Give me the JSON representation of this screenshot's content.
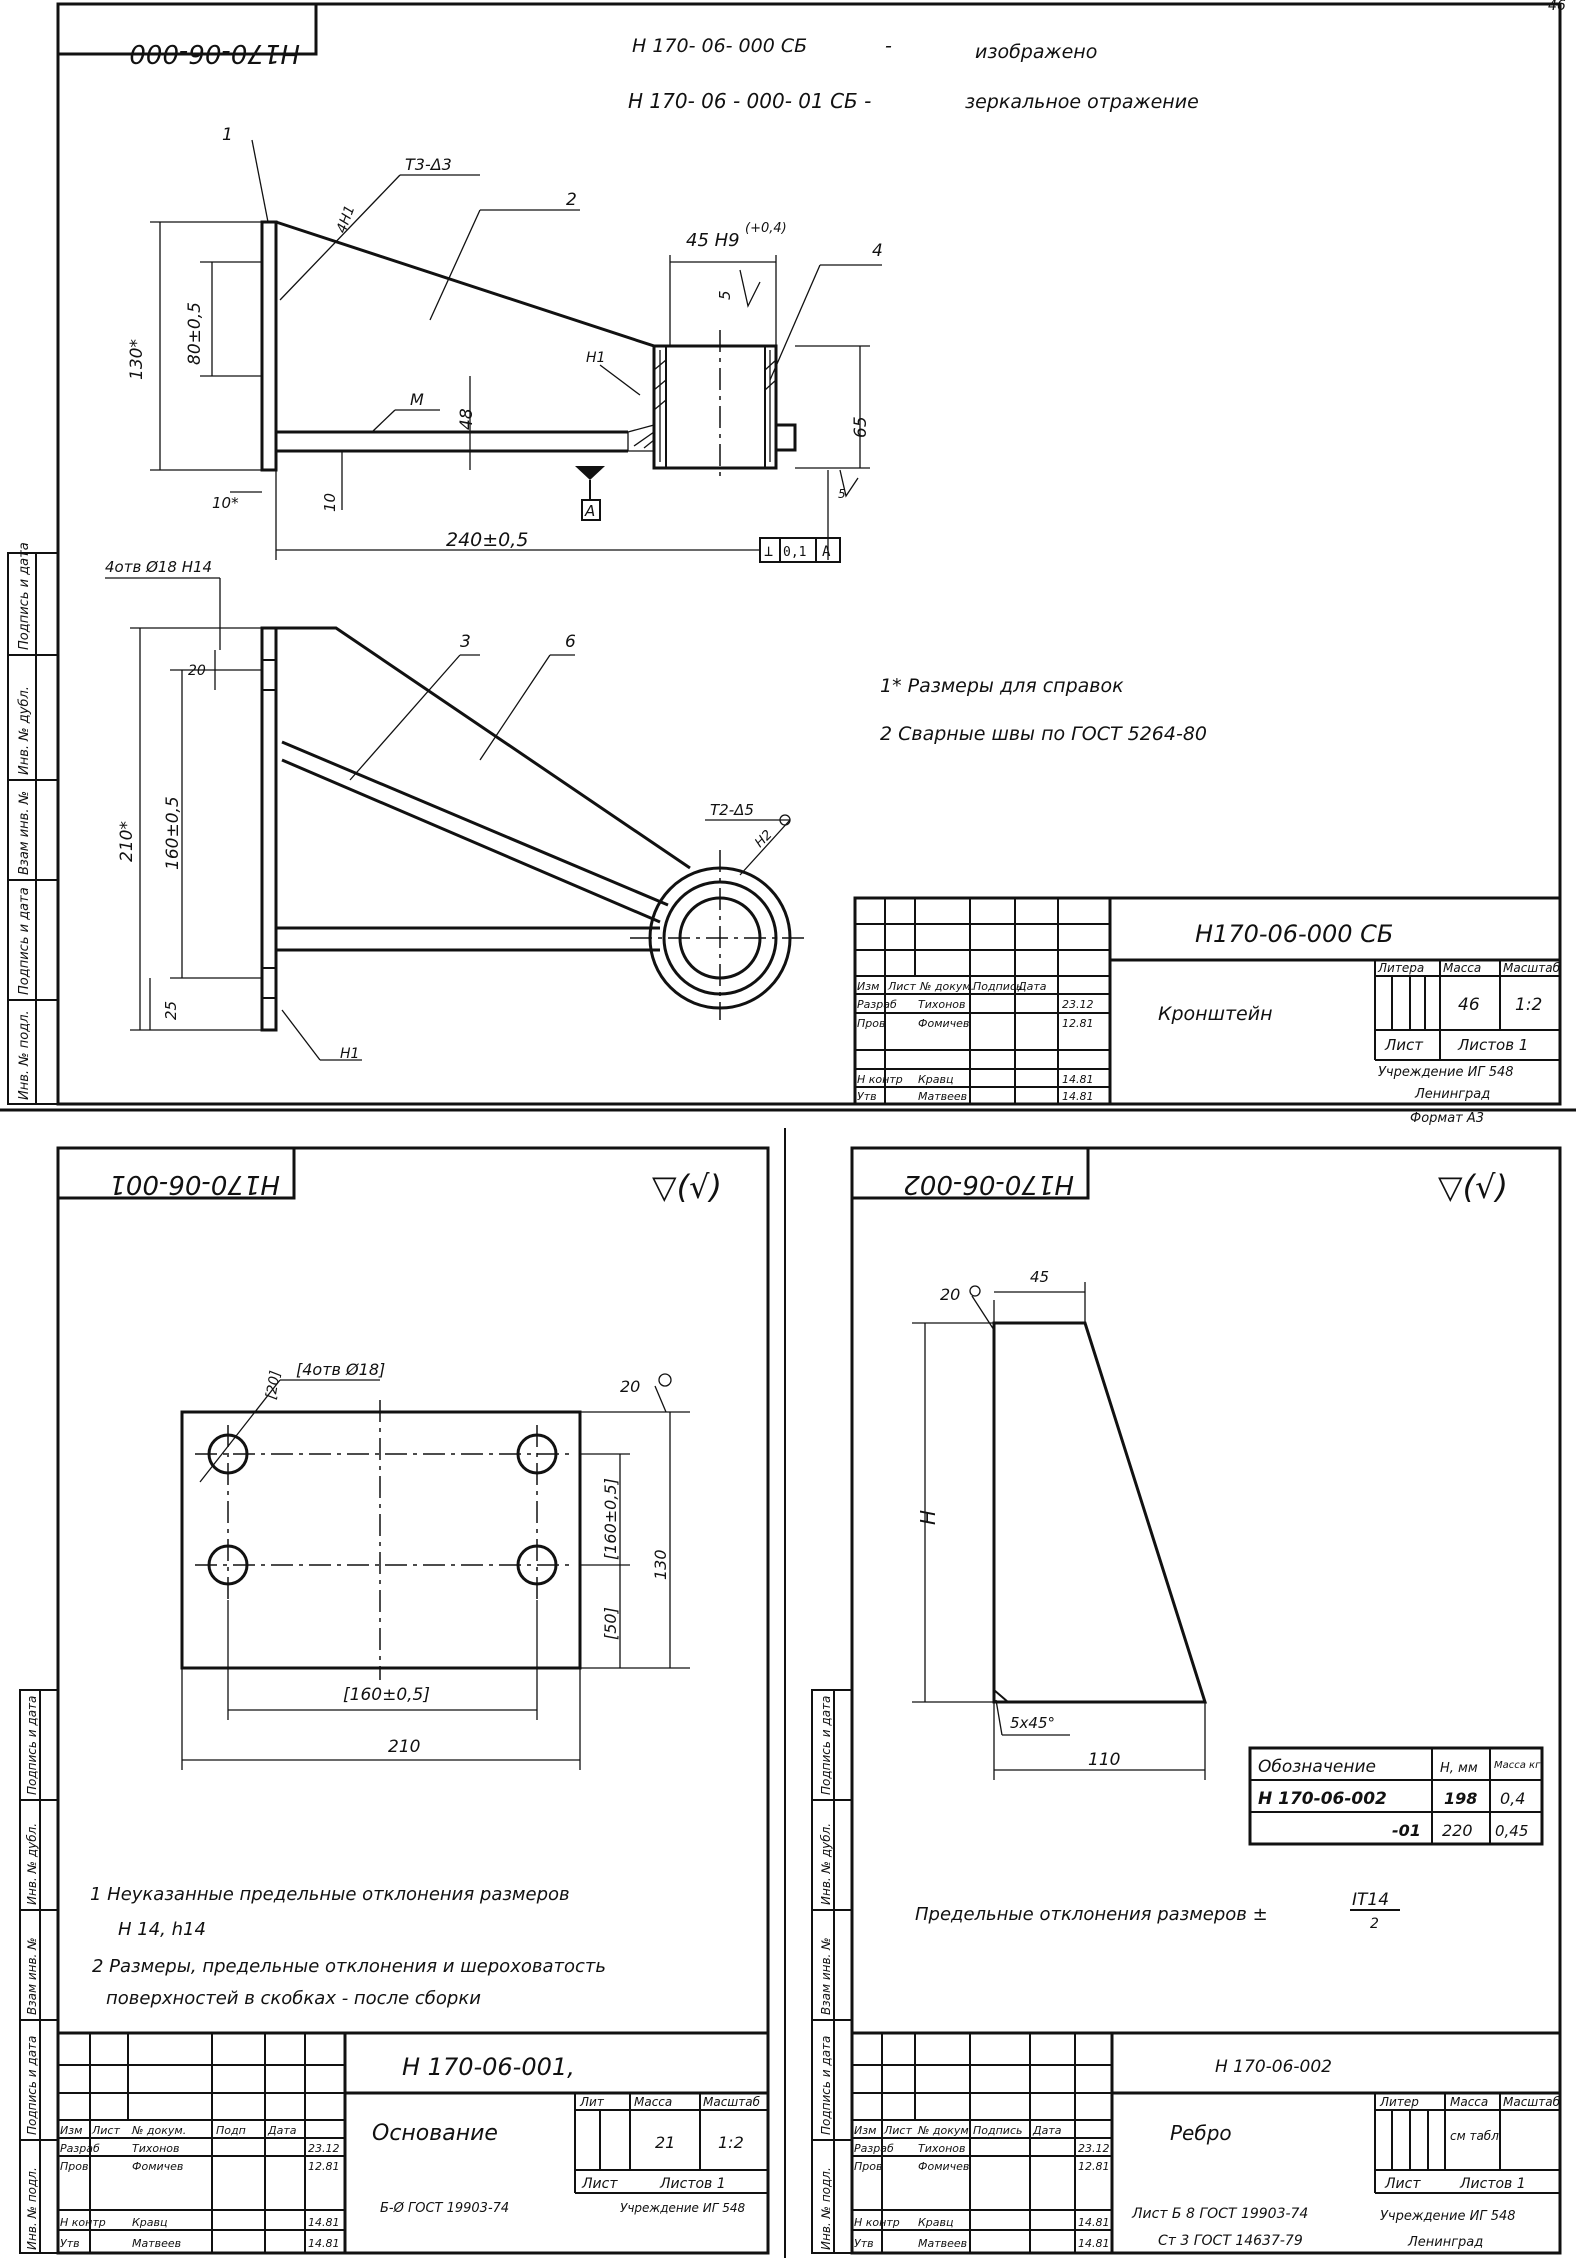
{
  "page_number": "46",
  "sheet_top": {
    "corner_code": "Н170-06-000",
    "header_line1_code": "Н 170- 06- 000 СБ",
    "header_line1_dash": "-",
    "header_line1_text": "изображено",
    "header_line2_code": "Н 170- 06 - 000- 01 СБ -",
    "header_line2_text": "зеркальное отражение",
    "labels": {
      "pos1": "1",
      "pos2": "2",
      "pos3": "3",
      "pos4": "4",
      "pos5": "5",
      "weld_t3": "Т3-Δ3",
      "weld_t2": "Т2-Δ5",
      "weld_4h1": "4Н1",
      "weld_h1": "Н1",
      "weld_m": "М",
      "weld_h2": "Н2",
      "dim_45": "45 Н9",
      "dim_45_tol": "(+0,4)",
      "dim_5": "5",
      "dim_65": "65",
      "dim_48": "48",
      "dim_80": "80±0,5",
      "dim_130": "130*",
      "dim_10a": "10*",
      "dim_10b": "10",
      "dim_240": "240±0,5",
      "datum": "А",
      "tol_box": [
        "⊥",
        "0,1",
        "А"
      ],
      "holes": "4отв Ø18 Н14",
      "dim_20": "20",
      "dim_160": "160±0,5",
      "dim_210": "210*",
      "dim_25": "25"
    },
    "notes": [
      "1* Размеры для справок",
      "2 Сварные швы по ГОСТ 5264-80"
    ],
    "title_block": {
      "designation": "Н170-06-000 СБ",
      "name": "Кронштейн",
      "col_headers": [
        "Изм",
        "Лист",
        "№ докум.",
        "Подпись",
        "Дата"
      ],
      "rows": [
        [
          "Разраб",
          "Тихонов",
          "",
          "23.12"
        ],
        [
          "Пров",
          "Фомичев",
          "",
          "12.81"
        ],
        [
          "Н контр",
          "Кравц",
          "",
          "14.81"
        ],
        [
          "Утв",
          "Матвеев",
          "",
          "14.81"
        ]
      ],
      "lit_label": "Литера",
      "mass_label": "Масса",
      "scale_label": "Масштаб",
      "mass": "46",
      "scale": "1:2",
      "sheet_label": "Лист",
      "sheets_label": "Листов 1",
      "org1": "Учреждение ИГ 548",
      "org2": "Ленинград"
    },
    "format": "Формат А3"
  },
  "sheet_left": {
    "corner_code": "Н170-06-001",
    "roughness": "▽(√)",
    "labels": {
      "holes": "[4отв Ø18]",
      "dim_20": "[20]",
      "rough": "20",
      "dim_160": "[160±0,5]",
      "dim_210": "210",
      "dim_160v": "[160±0,5]",
      "dim_130": "130",
      "dim_50": "[50]"
    },
    "notes": [
      "1 Неуказанные предельные отклонения размеров",
      "Н 14, h14",
      "2 Размеры, предельные отклонения и шероховатость",
      "поверхностей в скобках - после сборки"
    ],
    "title_block": {
      "designation": "Н 170-06-001,",
      "name": "Основание",
      "col_headers": [
        "Изм",
        "Лист",
        "№ докум.",
        "Подп",
        "Дата"
      ],
      "rows": [
        [
          "Разраб",
          "Тихонов",
          "",
          "23.12"
        ],
        [
          "Пров",
          "Фомичев",
          "",
          "12.81"
        ],
        [
          "Н контр",
          "Кравц",
          "",
          "14.81"
        ],
        [
          "Утв",
          "Матвеев",
          "",
          "14.81"
        ]
      ],
      "lit_label": "Лит",
      "mass_label": "Масса",
      "scale_label": "Масштаб",
      "mass": "21",
      "scale": "1:2",
      "sheet_label": "Лист",
      "sheets_label": "Листов 1",
      "material": "Б-Ø ГОСТ 19903-74",
      "org1": "Учреждение ИГ 548"
    }
  },
  "sheet_right": {
    "corner_code": "Н170-06-002",
    "roughness": "▽(√)",
    "labels": {
      "dim_45": "45",
      "rough": "20",
      "dim_h": "Н",
      "chamfer": "5х45°",
      "dim_110": "110"
    },
    "table": {
      "headers": [
        "Обозначение",
        "Н, мм",
        "Масса кг"
      ],
      "rows": [
        [
          "Н 170-06-002",
          "198",
          "0,4"
        ],
        [
          "-01",
          "220",
          "0,45"
        ]
      ]
    },
    "note": "Предельные отклонения размеров ±",
    "note_frac_top": "IT14",
    "note_frac_bottom": "2",
    "title_block": {
      "designation": "Н 170-06-002",
      "name": "Ребро",
      "col_headers": [
        "Изм",
        "Лист",
        "№ докум.",
        "Подпись",
        "Дата"
      ],
      "rows": [
        [
          "Разраб",
          "Тихонов",
          "",
          "23.12"
        ],
        [
          "Пров",
          "Фомичев",
          "",
          "12.81"
        ],
        [
          "Н контр",
          "Кравц",
          "",
          "14.81"
        ],
        [
          "Утв",
          "Матвеев",
          "",
          "14.81"
        ]
      ],
      "lit_label": "Литер",
      "mass_label": "Масса",
      "scale_label": "Масштаб",
      "mass": "см табл",
      "scale": "",
      "sheet_label": "Лист",
      "sheets_label": "Листов 1",
      "material1": "Лист Б 8 ГОСТ 19903-74",
      "material2": "Ст 3 ГОСТ 14637-79",
      "org1": "Учреждение ИГ 548",
      "org2": "Ленинград"
    }
  },
  "side_strip_labels": [
    "Инв. № подл.",
    "Подпись и дата",
    "Взам инв. №",
    "Инв. № дубл.",
    "Подпись и дата"
  ]
}
